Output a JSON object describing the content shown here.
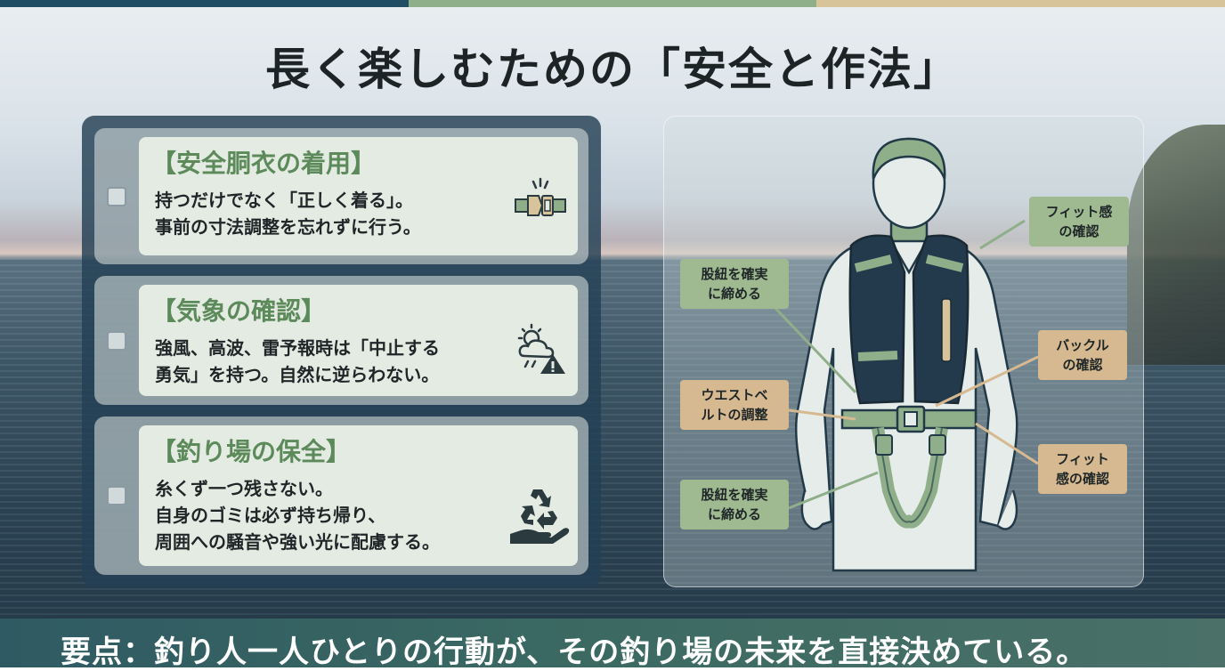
{
  "colors": {
    "bar": [
      "#1f4d63",
      "#8fae8a",
      "#d8c49a"
    ],
    "accent_green": "#5d8a5a",
    "label_green": "#9fb991",
    "label_tan": "#d6b990"
  },
  "title": "長く楽しむための「安全と作法」",
  "items": [
    {
      "heading": "【安全胴衣の着用】",
      "lines": [
        "持つだけでなく「正しく着る」。",
        "事前の寸法調整を忘れずに行う。"
      ],
      "icon": "buckle-icon"
    },
    {
      "heading": "【気象の確認】",
      "lines": [
        "強風、高波、雷予報時は「中止する",
        "勇気」を持つ。自然に逆らわない。"
      ],
      "icon": "weather-warning-icon"
    },
    {
      "heading": "【釣り場の保全】",
      "lines": [
        "糸くず一つ残さない。",
        "自身のゴミは必ず持ち帰り、",
        "周囲への騒音や強い光に配慮する。"
      ],
      "icon": "recycle-hand-icon"
    }
  ],
  "diagram": {
    "labels": [
      {
        "text": [
          "フィット感",
          "の確認"
        ],
        "color": "green"
      },
      {
        "text": [
          "股紐を確実",
          "に締める"
        ],
        "color": "green"
      },
      {
        "text": [
          "バックル",
          "の確認"
        ],
        "color": "tan"
      },
      {
        "text": [
          "ウエストベ",
          "ルトの調整"
        ],
        "color": "tan"
      },
      {
        "text": [
          "フィット",
          "感の確認"
        ],
        "color": "tan"
      },
      {
        "text": [
          "股紐を確実",
          "に締める"
        ],
        "color": "green"
      }
    ]
  },
  "footer": "要点：釣り人一人ひとりの行動が、その釣り場の未来を直接決めている。"
}
